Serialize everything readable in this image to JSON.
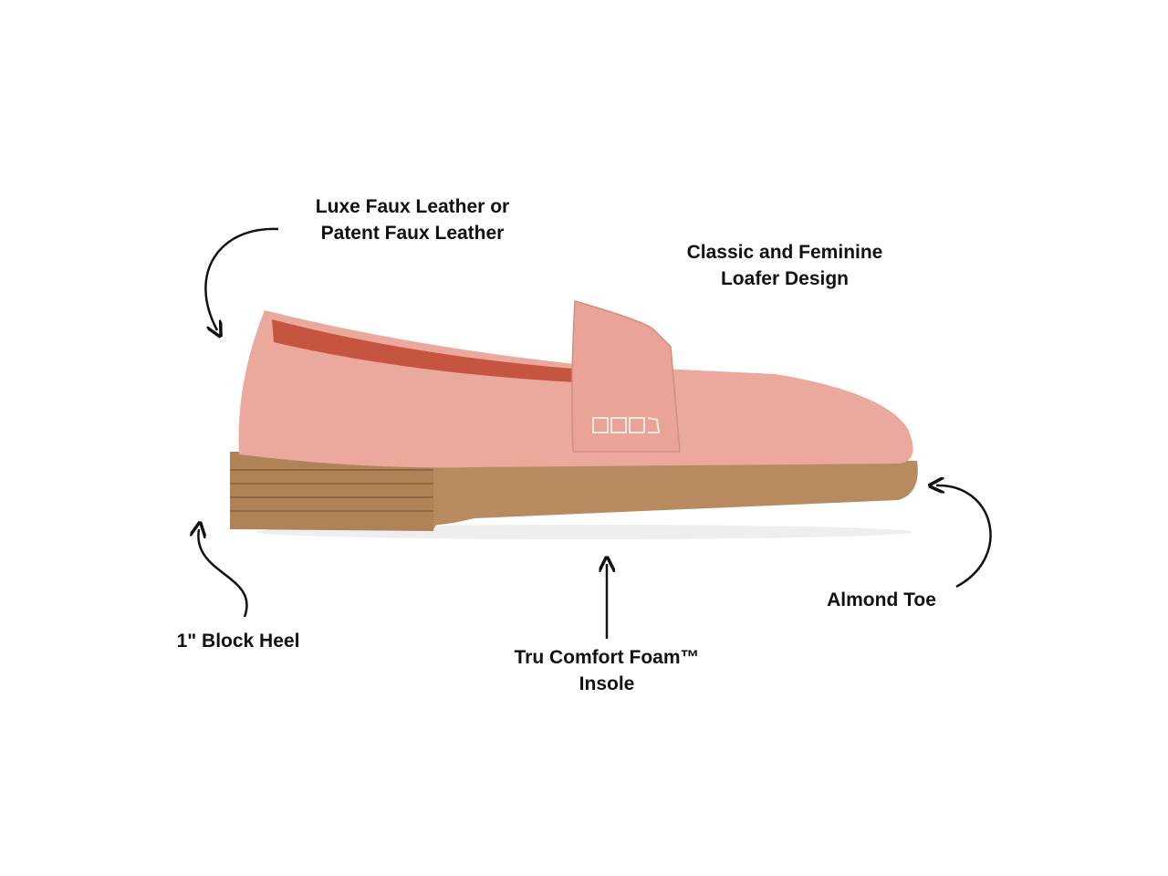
{
  "colors": {
    "upper": "#eaa99c",
    "sole": "#b88a5f",
    "lining": "#c6553f",
    "text": "#111111"
  },
  "callouts": [
    {
      "lines": [
        "Luxe Faux Leather or",
        "Patent Faux Leather"
      ]
    },
    {
      "lines": [
        "Classic and Feminine",
        "Loafer Design"
      ]
    },
    {
      "lines": [
        "1\" Block Heel"
      ]
    },
    {
      "lines": [
        "Tru Comfort Foam™",
        "Insole"
      ]
    },
    {
      "lines": [
        "Almond Toe"
      ]
    }
  ]
}
